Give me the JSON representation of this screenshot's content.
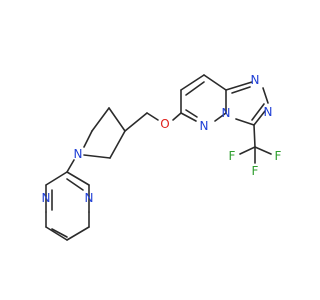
{
  "molecule": {
    "atoms": {
      "n_pyr_1": "N",
      "n_pyr_2": "N",
      "n_pyrrolidine": "N",
      "o_ether": "O",
      "n_pyridazine_1": "N",
      "n_fused": "N",
      "n_triazole_1": "N",
      "n_triazole_2": "N",
      "f_1": "F",
      "f_2": "F",
      "f_3": "F"
    },
    "colors": {
      "nitrogen": "#1f3fd6",
      "oxygen": "#e0201b",
      "fluorine": "#2e9e2e",
      "bond": "#2b2b2b"
    }
  }
}
